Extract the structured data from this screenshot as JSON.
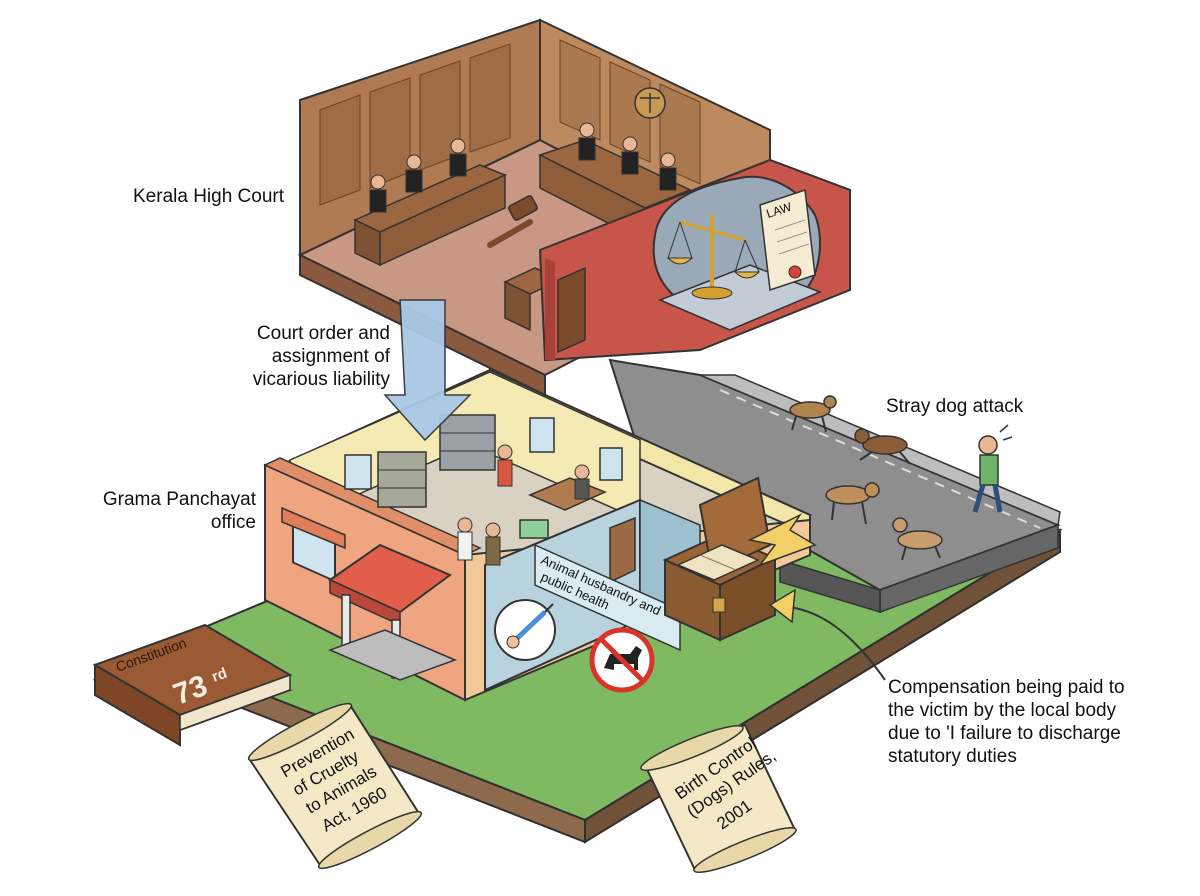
{
  "labels": {
    "kerala_high_court": "Kerala High Court",
    "court_order_line1": "Court order and",
    "court_order_line2": "assignment of",
    "court_order_line3": "vicarious liability",
    "stray_dog_attack": "Stray dog attack",
    "grama_panchayat_line1": "Grama Panchayat",
    "grama_panchayat_line2": "office",
    "compensation_line1": "Compensation being paid to",
    "compensation_line2": "the victim by the local body",
    "compensation_line3": "due to 'I failure to discharge",
    "compensation_line4": "statutory duties"
  },
  "artifacts": {
    "law_scroll": "LAW",
    "constitution_title": "Constitution",
    "constitution_number": "73",
    "constitution_suffix": "rd",
    "animal_sign_line1": "Animal husbandry and",
    "animal_sign_line2": "public health",
    "pca_line1": "Prevention",
    "pca_line2": "of Cruelty",
    "pca_line3": "to Animals",
    "pca_line4": "Act, 1960",
    "abc_line1": "Birth Control",
    "abc_line2": "(Dogs) Rules,",
    "abc_line3": "2001"
  },
  "colors": {
    "court_wall": "#b07a52",
    "court_floor": "#c99884",
    "red_wall": "#c8554a",
    "panchayat_wall": "#f2e6a8",
    "panchayat_outer": "#eea580",
    "grass": "#7fba63",
    "road": "#8e8e8e",
    "arrow_blue": "#a9c9e6",
    "arrow_yellow": "#f2cf67",
    "no_dog_red": "#d8342a"
  }
}
